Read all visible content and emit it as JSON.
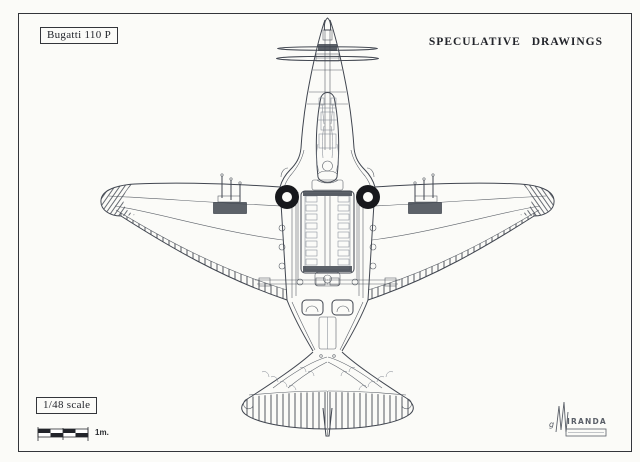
{
  "theme": {
    "paper": "#fbfbf8",
    "ink": "#22242a",
    "line": "#414650",
    "soft": "#7b818c",
    "wheel": "#17181c"
  },
  "header": {
    "model_label": "Bugatti 110 P",
    "series_title": "SPECULATIVE DRAWINGS"
  },
  "footer": {
    "scale_label": "1/48 scale",
    "scale_bar_unit": "1m."
  },
  "signature": {
    "prefix": "g",
    "name": "IRANDA"
  },
  "drawing": {
    "subject": "Bugatti 110 P aircraft cutaway",
    "view": "top plan view"
  }
}
